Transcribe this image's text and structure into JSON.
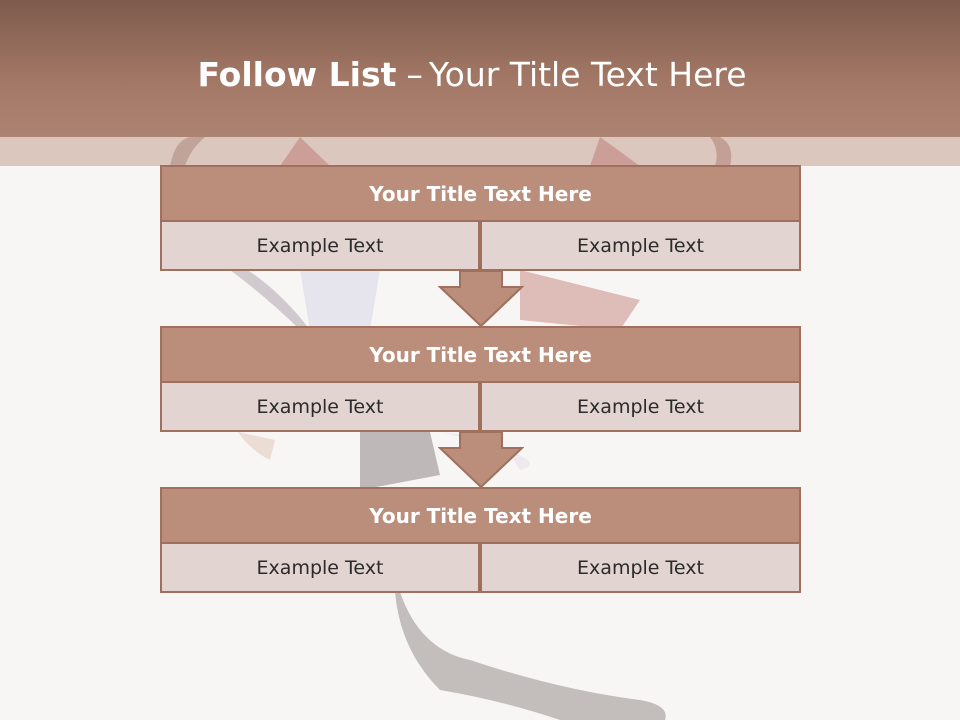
{
  "slide": {
    "title_bold": "Follow List",
    "title_separator": "–",
    "title_rest": "Your Title Text Here"
  },
  "blocks": [
    {
      "title": "Your Title Text Here",
      "left_text": "Example Text",
      "right_text": "Example Text"
    },
    {
      "title": "Your Title Text Here",
      "left_text": "Example Text",
      "right_text": "Example Text"
    },
    {
      "title": "Your Title Text Here",
      "left_text": "Example Text",
      "right_text": "Example Text"
    }
  ],
  "colors": {
    "header": "#a47866",
    "block_title": "#bb8e7b",
    "block_cell": "#e2d4d0",
    "border": "#a06f5e",
    "arrow": "#bb8e7b"
  }
}
